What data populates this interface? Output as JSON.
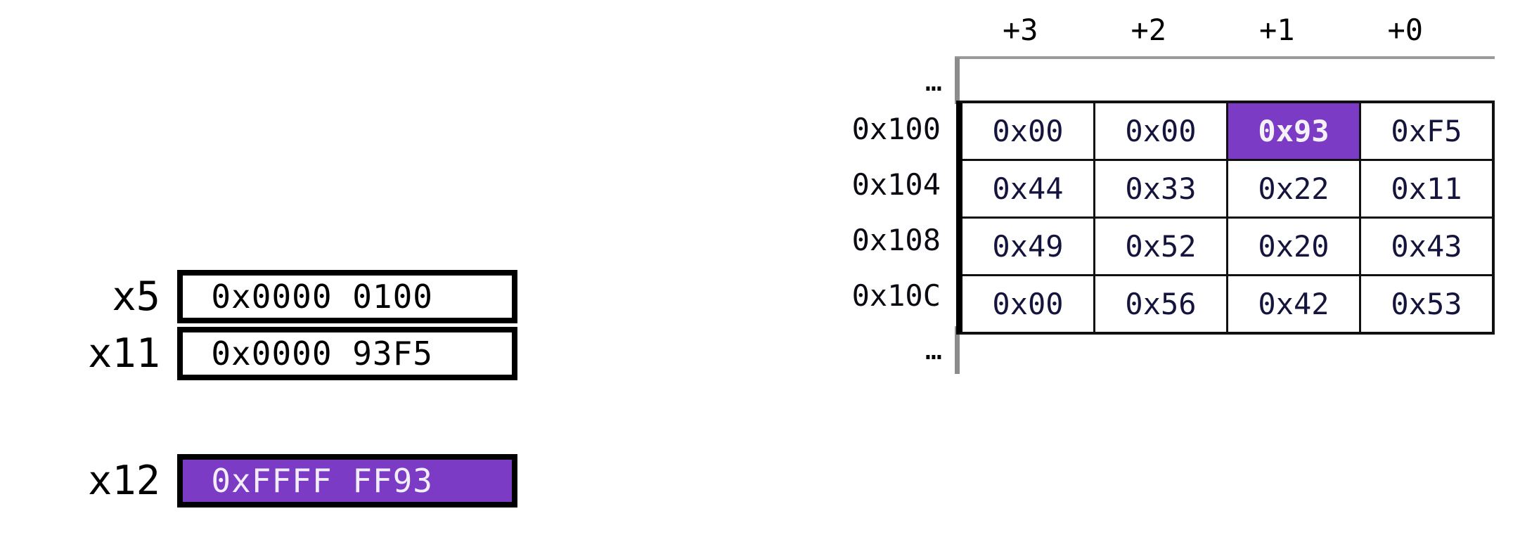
{
  "colors": {
    "highlight_purple": "#7B3BC4",
    "highlight_text": "#F2EEF7",
    "cell_text_navy": "#14143C",
    "rail_gray": "#8C8C8C",
    "border_black": "#000000"
  },
  "registers": {
    "rows": [
      {
        "label": "x5",
        "value": "0x0000 0100",
        "highlighted": false
      },
      {
        "label": "x11",
        "value": "0x0000 93F5",
        "highlighted": false
      },
      {
        "label": "x12",
        "value": "0xFFFF FF93",
        "highlighted": true
      }
    ]
  },
  "memory": {
    "column_headers": [
      "+3",
      "+2",
      "+1",
      "+0"
    ],
    "ellipsis_top": "…",
    "ellipsis_bottom": "…",
    "row_addresses": [
      "0x100",
      "0x104",
      "0x108",
      "0x10C"
    ],
    "rows": [
      {
        "address": "0x100",
        "cells": [
          "0x00",
          "0x00",
          "0x93",
          "0xF5"
        ],
        "highlight_index": 2
      },
      {
        "address": "0x104",
        "cells": [
          "0x44",
          "0x33",
          "0x22",
          "0x11"
        ],
        "highlight_index": -1
      },
      {
        "address": "0x108",
        "cells": [
          "0x49",
          "0x52",
          "0x20",
          "0x43"
        ],
        "highlight_index": -1
      },
      {
        "address": "0x10C",
        "cells": [
          "0x00",
          "0x56",
          "0x42",
          "0x53"
        ],
        "highlight_index": -1
      }
    ]
  }
}
